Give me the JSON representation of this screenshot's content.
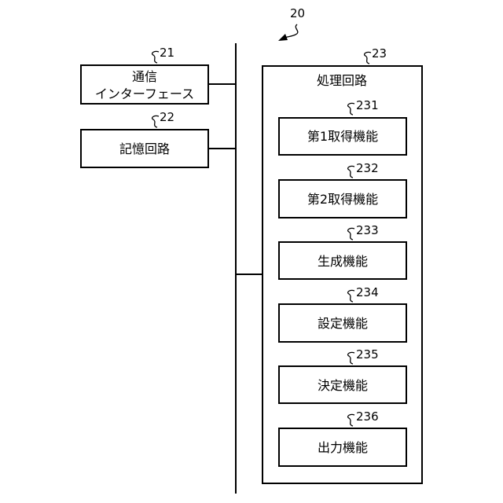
{
  "figure": {
    "ref": "20"
  },
  "comm_interface": {
    "ref": "21",
    "label_line1": "通信",
    "label_line2": "インターフェース"
  },
  "memory_circuit": {
    "ref": "22",
    "label": "記憶回路"
  },
  "processing_circuit": {
    "ref": "23",
    "label": "処理回路",
    "functions": [
      {
        "ref": "231",
        "label": "第1取得機能"
      },
      {
        "ref": "232",
        "label": "第2取得機能"
      },
      {
        "ref": "233",
        "label": "生成機能"
      },
      {
        "ref": "234",
        "label": "設定機能"
      },
      {
        "ref": "235",
        "label": "決定機能"
      },
      {
        "ref": "236",
        "label": "出力機能"
      }
    ]
  }
}
